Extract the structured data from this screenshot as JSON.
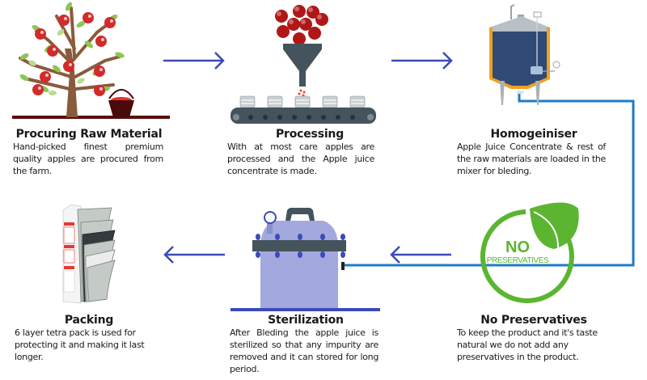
{
  "diagram": {
    "type": "process-flow",
    "colors": {
      "arrow": "#3b4bb8",
      "pipe": "#1e7bc8",
      "leaf_green": "#5bb531",
      "apple_red": "#d42a2a",
      "ground": "#5a0f0f",
      "sterilizer_body": "#a3a8de",
      "band": "#45545c"
    },
    "steps": [
      {
        "id": "procuring",
        "icon": "apple-tree-icon",
        "title": "Procuring Raw Material",
        "description": "Hand-picked finest premium quality apples are procured from the farm."
      },
      {
        "id": "processing",
        "icon": "funnel-conveyor-icon",
        "title": "Processing",
        "description": "With at most care apples are processed and the Apple juice concentrate is made."
      },
      {
        "id": "homogeiniser",
        "icon": "mixing-tank-icon",
        "title": "Homogeiniser",
        "description": "Apple Juice Concentrate & rest of the raw materials are loaded in the mixer for bleding."
      },
      {
        "id": "no-preservatives",
        "icon": "no-preservatives-badge-icon",
        "badge_line1": "NO",
        "badge_line2": "PRESERVATIVES",
        "title": "No Preservatives",
        "description": "To keep the product and it's taste natural we do not add any preservatives in the product."
      },
      {
        "id": "sterilization",
        "icon": "sterilizer-icon",
        "title": "Sterilization",
        "description": "After Bleding the apple juice is sterilized so that any impurity are removed and it can stored for long period."
      },
      {
        "id": "packing",
        "icon": "tetra-pack-layers-icon",
        "title": "Packing",
        "description": "6 layer tetra pack is used for protecting it and making it last longer."
      }
    ],
    "flow": [
      {
        "from": "procuring",
        "to": "processing",
        "direction": "right"
      },
      {
        "from": "processing",
        "to": "homogeiniser",
        "direction": "right"
      },
      {
        "from": "homogeiniser",
        "to": "sterilization",
        "connector": "pipe"
      },
      {
        "from": "sterilization",
        "to": "packing",
        "direction": "left"
      },
      {
        "from": "no-preservatives",
        "to": "sterilization",
        "direction": "left"
      }
    ]
  }
}
